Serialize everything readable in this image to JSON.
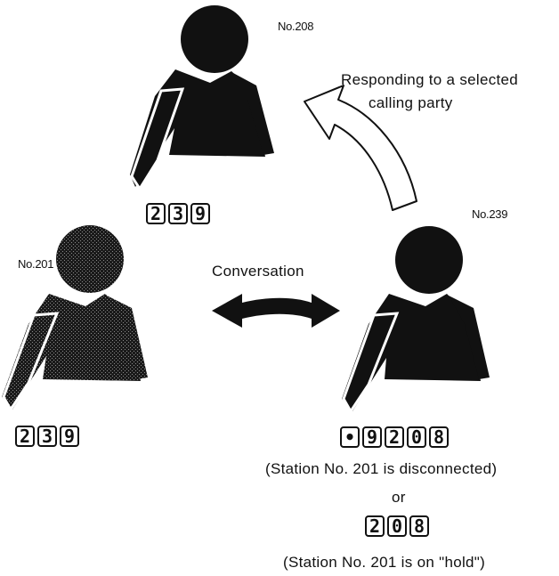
{
  "stations": {
    "s208": {
      "label": "No.208"
    },
    "s201": {
      "label": "No.201"
    },
    "s239": {
      "label": "No.239"
    }
  },
  "arrows": {
    "curved": {
      "label_line1": "Responding to a selected",
      "label_line2": "calling party"
    },
    "conversation": {
      "label": "Conversation"
    }
  },
  "keypads": {
    "under_208": [
      "2",
      "3",
      "9"
    ],
    "under_201": [
      "2",
      "3",
      "9"
    ],
    "under_239_a": [
      "•",
      "9",
      "2",
      "0",
      "8"
    ],
    "under_239_b": [
      "2",
      "0",
      "8"
    ]
  },
  "captions": {
    "disconnected": "(Station No. 201 is disconnected)",
    "or": "or",
    "hold": "(Station No. 201 is on \"hold\")"
  },
  "colors": {
    "ink": "#111111",
    "paper": "#ffffff"
  }
}
